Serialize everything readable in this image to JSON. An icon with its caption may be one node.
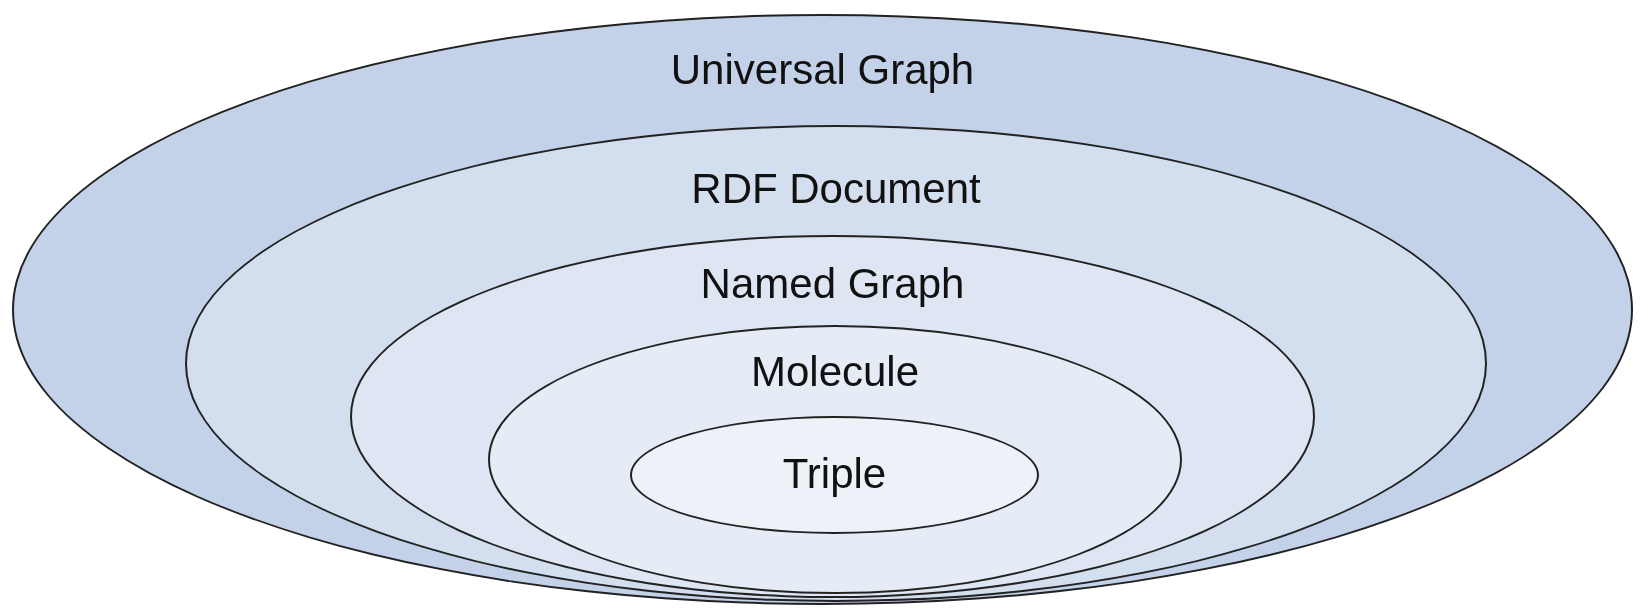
{
  "diagram": {
    "nodes": [
      {
        "text": [
          "Universal Graph"
        ]
      },
      {
        "text": [
          "RDF Document"
        ],
        "in": 0
      },
      {
        "text": [
          "Named Graph"
        ],
        "in": 1
      },
      {
        "text": [
          "Molecule"
        ],
        "in": 2
      },
      {
        "text": [
          "Triple"
        ],
        "in": 3
      }
    ]
  }
}
